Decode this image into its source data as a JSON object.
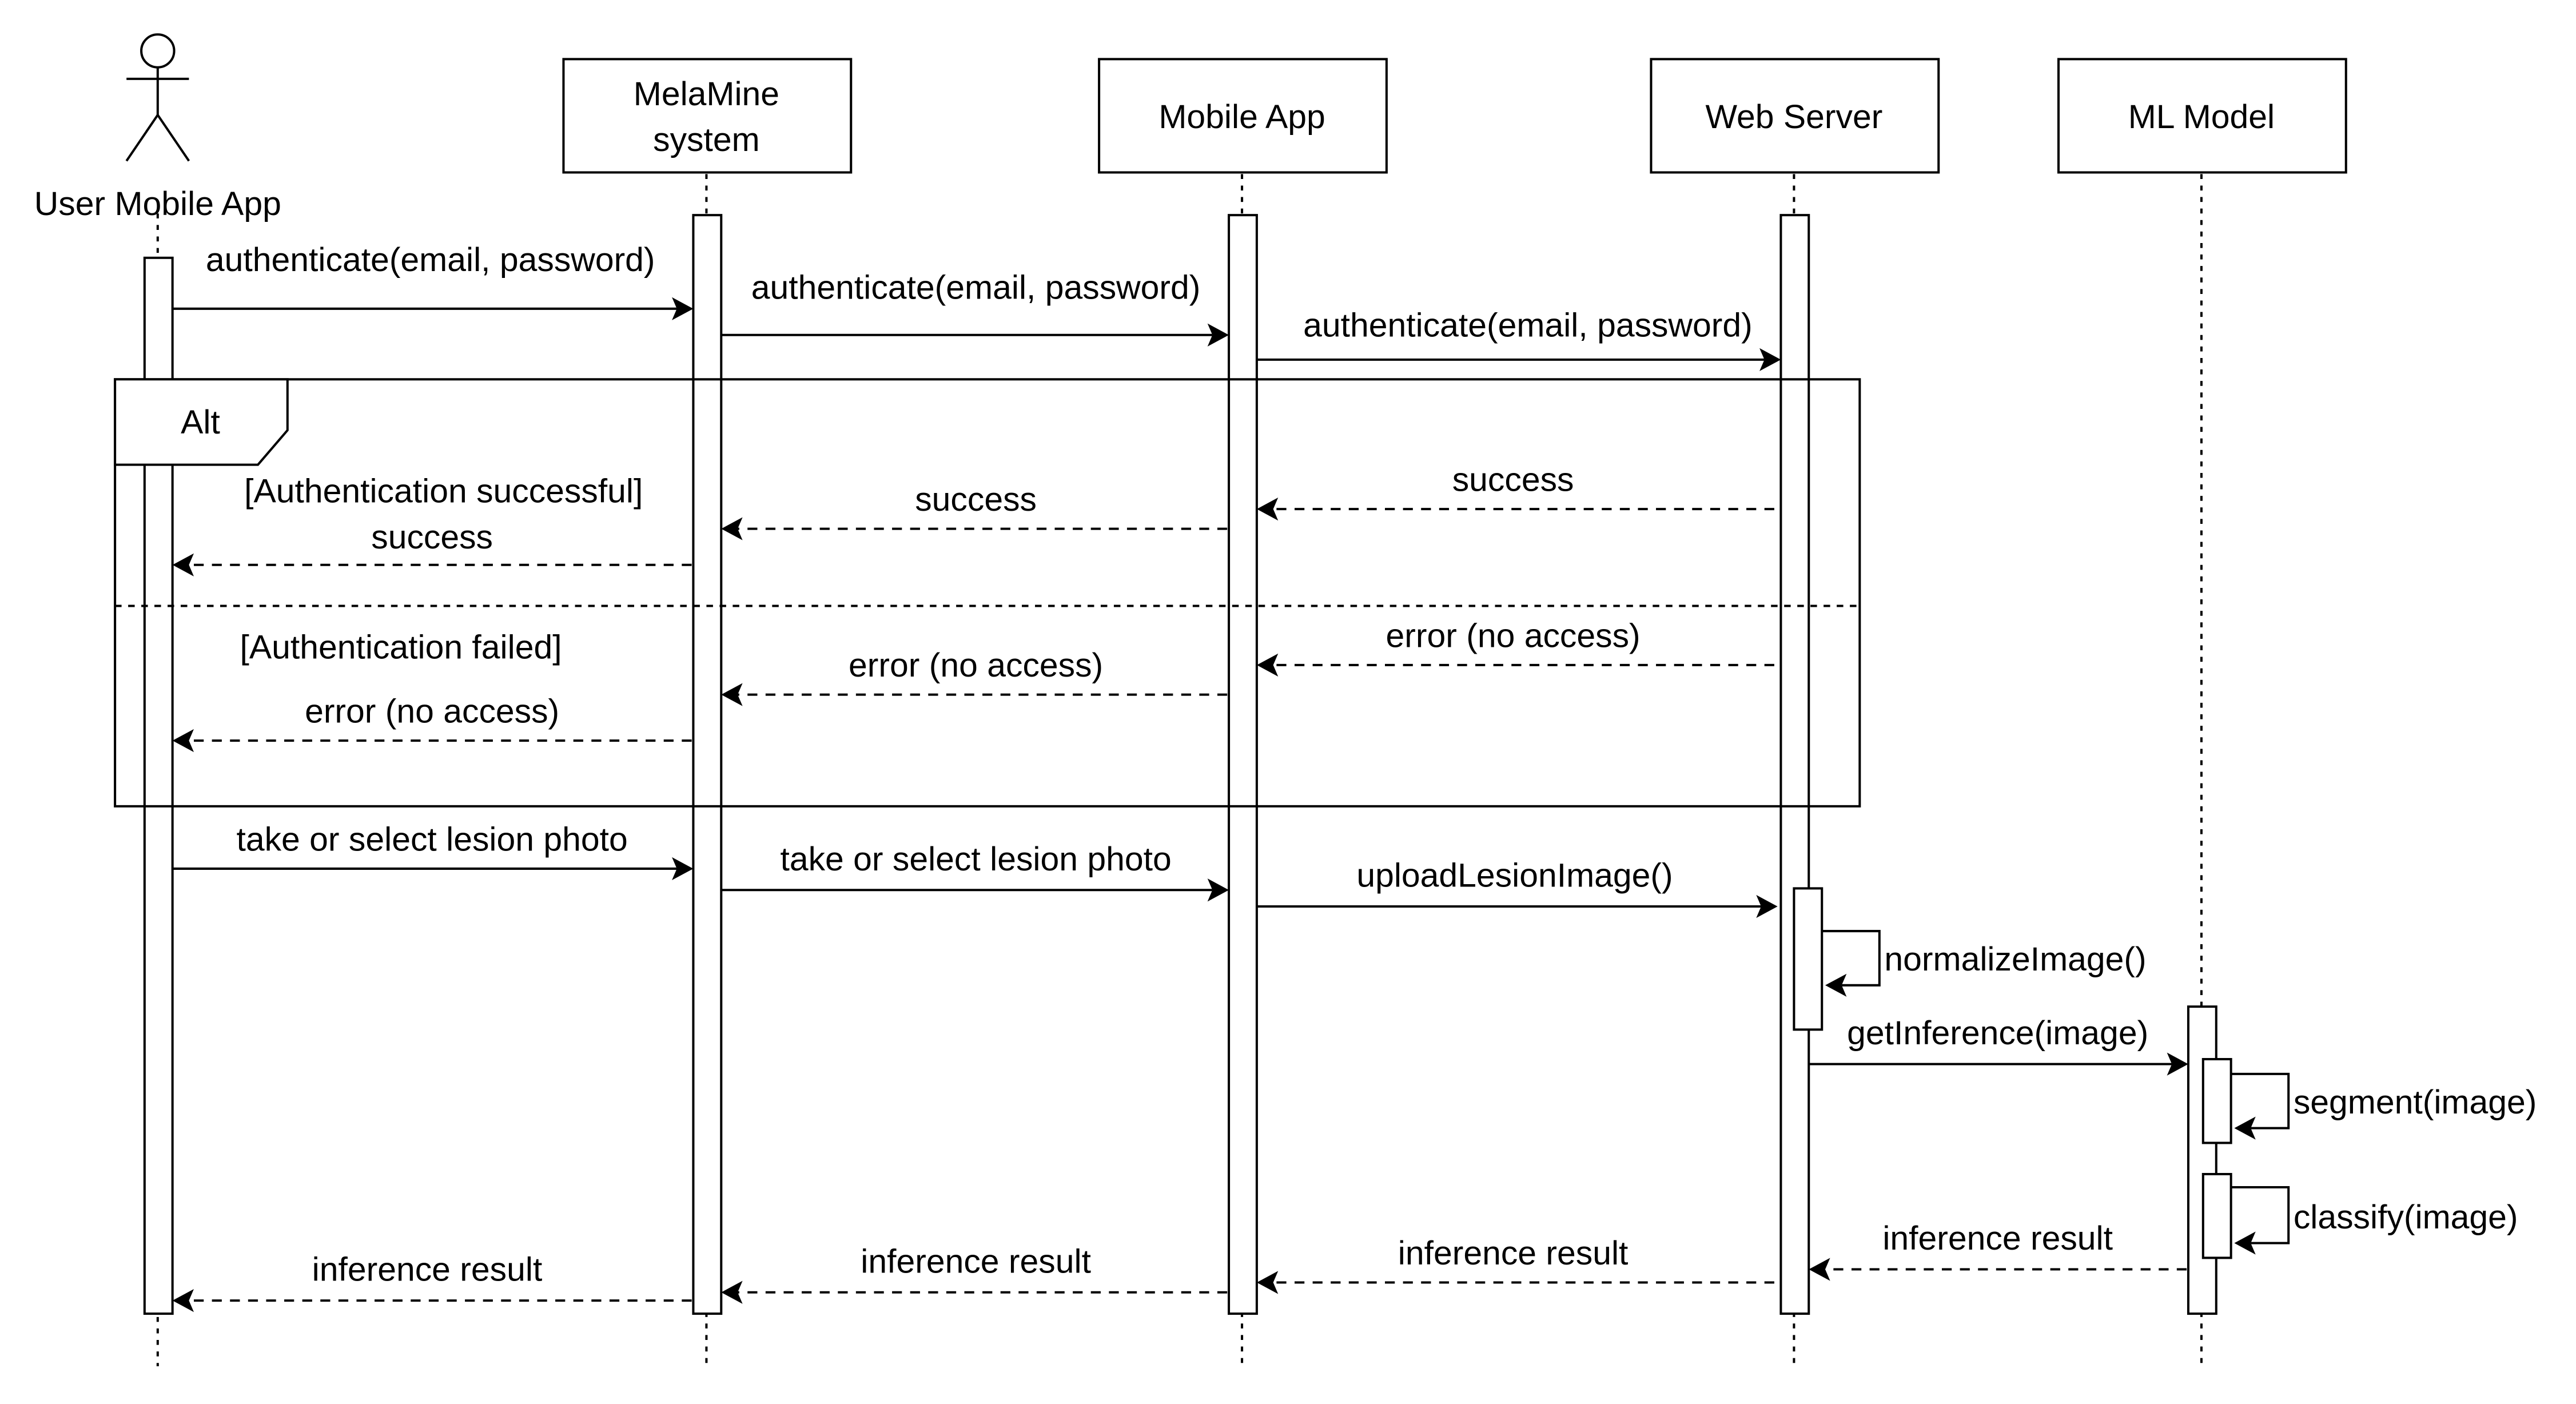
{
  "diagram": {
    "type": "sequence-diagram",
    "actor": {
      "label": "User Mobile App"
    },
    "participants": [
      {
        "id": "system",
        "lines": [
          "MelaMine",
          "system"
        ]
      },
      {
        "id": "mobile",
        "lines": [
          "Mobile App"
        ]
      },
      {
        "id": "server",
        "lines": [
          "Web Server"
        ]
      },
      {
        "id": "ml",
        "lines": [
          "ML Model"
        ]
      }
    ],
    "fragment": {
      "operator": "Alt",
      "guards": [
        "[Authentication successful]",
        "[Authentication failed]"
      ]
    },
    "messages": [
      {
        "from": "user",
        "to": "system",
        "label": "authenticate(email, password)",
        "kind": "sync"
      },
      {
        "from": "system",
        "to": "mobile",
        "label": "authenticate(email, password)",
        "kind": "sync"
      },
      {
        "from": "mobile",
        "to": "server",
        "label": "authenticate(email, password)",
        "kind": "sync"
      },
      {
        "from": "server",
        "to": "mobile",
        "label": "success",
        "kind": "return"
      },
      {
        "from": "mobile",
        "to": "system",
        "label": "success",
        "kind": "return"
      },
      {
        "from": "system",
        "to": "user",
        "label": "success",
        "kind": "return"
      },
      {
        "from": "server",
        "to": "mobile",
        "label": "error (no access)",
        "kind": "return"
      },
      {
        "from": "mobile",
        "to": "system",
        "label": "error (no access)",
        "kind": "return"
      },
      {
        "from": "system",
        "to": "user",
        "label": "error (no access)",
        "kind": "return"
      },
      {
        "from": "user",
        "to": "system",
        "label": "take or select lesion photo",
        "kind": "sync"
      },
      {
        "from": "system",
        "to": "mobile",
        "label": "take or select lesion photo",
        "kind": "sync"
      },
      {
        "from": "mobile",
        "to": "server",
        "label": "uploadLesionImage()",
        "kind": "sync"
      },
      {
        "from": "server",
        "to": "server",
        "label": "normalizeImage()",
        "kind": "self"
      },
      {
        "from": "server",
        "to": "ml",
        "label": "getInference(image)",
        "kind": "sync"
      },
      {
        "from": "ml",
        "to": "ml",
        "label": "segment(image)",
        "kind": "self"
      },
      {
        "from": "ml",
        "to": "ml",
        "label": "classify(image)",
        "kind": "self"
      },
      {
        "from": "ml",
        "to": "server",
        "label": "inference result",
        "kind": "return"
      },
      {
        "from": "server",
        "to": "mobile",
        "label": "inference result",
        "kind": "return"
      },
      {
        "from": "mobile",
        "to": "system",
        "label": "inference result",
        "kind": "return"
      },
      {
        "from": "system",
        "to": "user",
        "label": "inference result",
        "kind": "return"
      }
    ]
  }
}
